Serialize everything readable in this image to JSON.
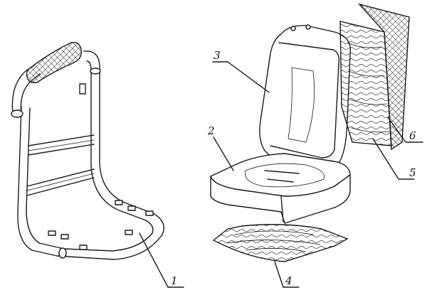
{
  "callouts": [
    {
      "id": "part-1",
      "label": "1"
    },
    {
      "id": "part-2",
      "label": "2"
    },
    {
      "id": "part-3",
      "label": "3"
    },
    {
      "id": "part-4",
      "label": "4"
    },
    {
      "id": "part-5",
      "label": "5"
    },
    {
      "id": "part-6",
      "label": "6"
    }
  ]
}
